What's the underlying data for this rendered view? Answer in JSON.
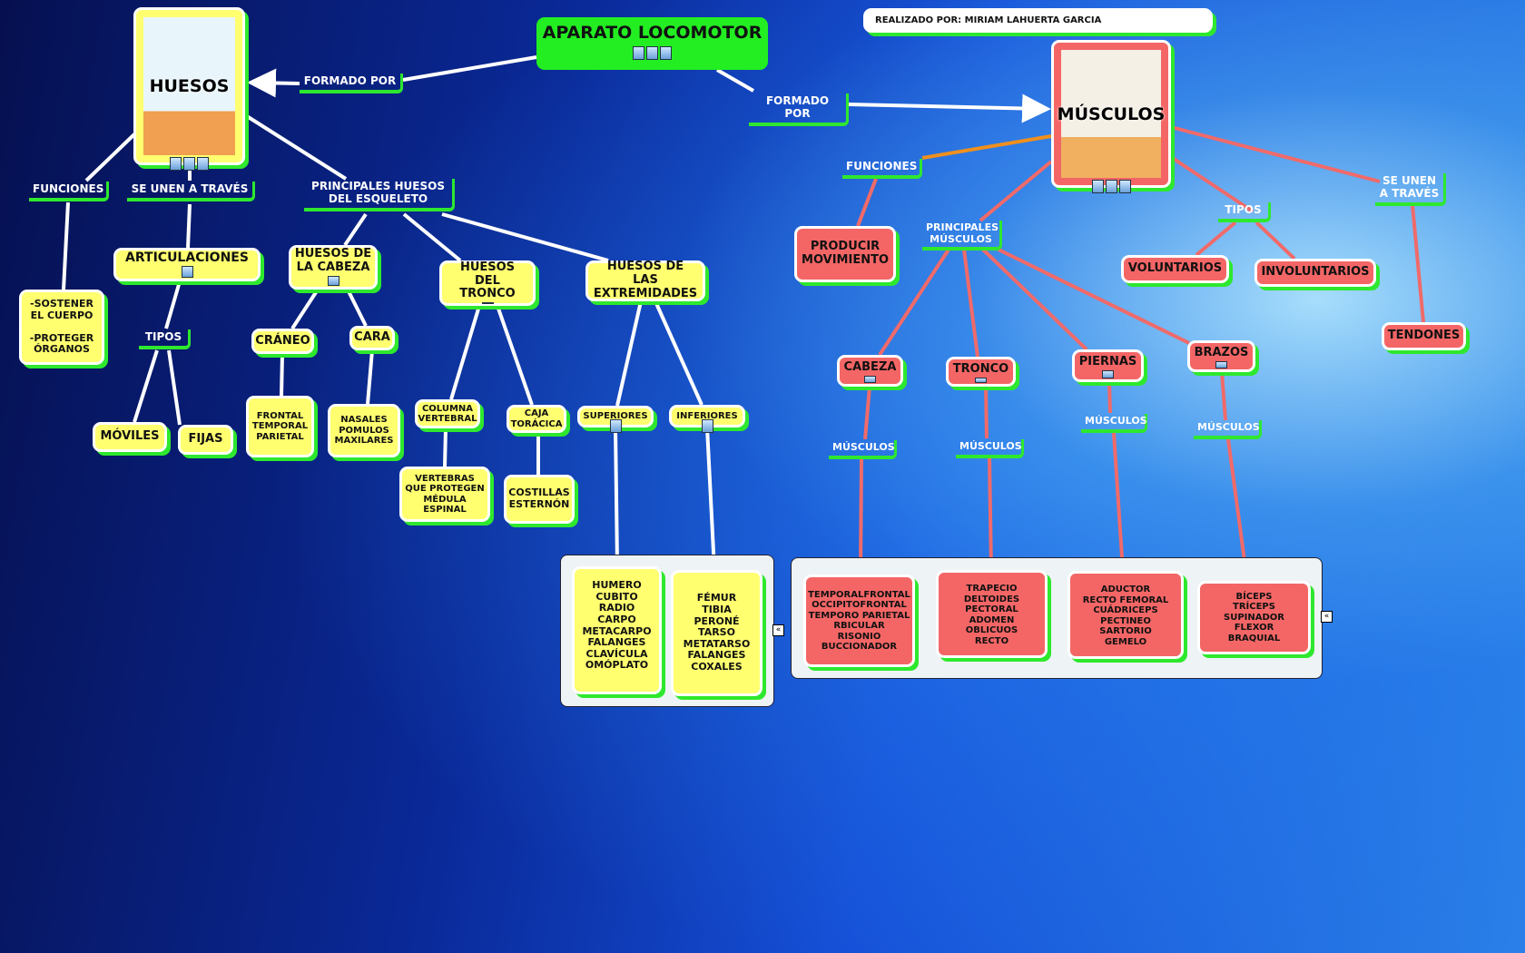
{
  "title": "APARATO LOCOMOTOR",
  "author": "REALIZADO POR: MIRIAM LAHUERTA GARCIA",
  "colors": {
    "yellow_node": "#ffff70",
    "red_node": "#f46666",
    "green_shadow": "#2ee82e",
    "title_node": "#22ee22",
    "link_orange": "#f0901e"
  },
  "huesos": {
    "title": "HUESOS",
    "formado_por": "FORMADO POR",
    "funciones": "FUNCIONES",
    "se_unen": "SE UNEN A TRAVÉS",
    "principales": "PRINCIPALES HUESOS DEL ESQUELETO",
    "funciones_text": [
      "-SOSTENER",
      "EL CUERPO",
      "-PROTEGER",
      "ÓRGANOS"
    ],
    "articulaciones": "ARTICULACIONES",
    "tipos": "TIPOS",
    "moviles": "MÓVILES",
    "fijas": "FIJAS",
    "cabeza": "HUESOS DE LA CABEZA",
    "craneo": "CRÁNEO",
    "cara": "CARA",
    "craneo_list": [
      "FRONTAL",
      "TEMPORAL",
      "PARIETAL"
    ],
    "cara_list": [
      "NASALES",
      "POMULOS",
      "MAXILARES"
    ],
    "tronco": "HUESOS DEL TRONCO",
    "columna": "COLUMNA VERTEBRAL",
    "caja": "CAJA TORÁCICA",
    "columna_list": [
      "VERTEBRAS",
      "QUE PROTEGEN",
      "MÉDULA",
      "ESPINAL"
    ],
    "caja_list": [
      "COSTILLAS",
      "ESTERNÓN"
    ],
    "extremidades": "HUESOS DE LAS EXTREMIDADES",
    "superiores": "SUPERIORES",
    "inferiores": "INFERIORES",
    "superiores_list": [
      "HUMERO",
      "CUBITO",
      "RADIO",
      "CARPO",
      "METACARPO",
      "FALANGES",
      "CLAVÍCULA",
      "OMÓPLATO"
    ],
    "inferiores_list": [
      "FÉMUR",
      "TIBIA",
      "PERONÉ",
      "TARSO",
      "METATARSO",
      "FALANGES",
      "COXALES"
    ]
  },
  "musculos": {
    "title": "MÚSCULOS",
    "formado_por": "FORMADO POR",
    "funciones": "FUNCIONES",
    "producir": "PRODUCIR MOVIMIENTO",
    "principales": "PRINCIPALES MÚSCULOS",
    "tipos": "TIPOS",
    "voluntarios": "VOLUNTARIOS",
    "involuntarios": "INVOLUNTARIOS",
    "se_unen": "SE UNEN A TRAVÉS",
    "tendones": "TENDONES",
    "cabeza": "CABEZA",
    "tronco": "TRONCO",
    "piernas": "PIERNAS",
    "brazos": "BRAZOS",
    "musculos_label": "MÚSCULOS",
    "cabeza_list": [
      "TEMPORALFRONTAL",
      "OCCIPITOFRONTAL",
      "TEMPORO PARIETAL",
      "RBICULAR",
      "RISONIO",
      "BUCCIONADOR"
    ],
    "tronco_list": [
      "TRAPECIO",
      "DELTOIDES",
      "PECTORAL",
      "ADOMEN",
      "OBLICUOS",
      "RECTO"
    ],
    "piernas_list": [
      "ADUCTOR",
      "RECTO FEMORAL",
      "CUÁDRICEPS",
      "PECTINEO",
      "SARTORIO",
      "GEMELO"
    ],
    "brazos_list": [
      "BÍCEPS",
      "TRÍCEPS",
      "SUPINADOR",
      "FLEXOR",
      "BRAQUIAL"
    ]
  },
  "collapse_glyph": "«"
}
